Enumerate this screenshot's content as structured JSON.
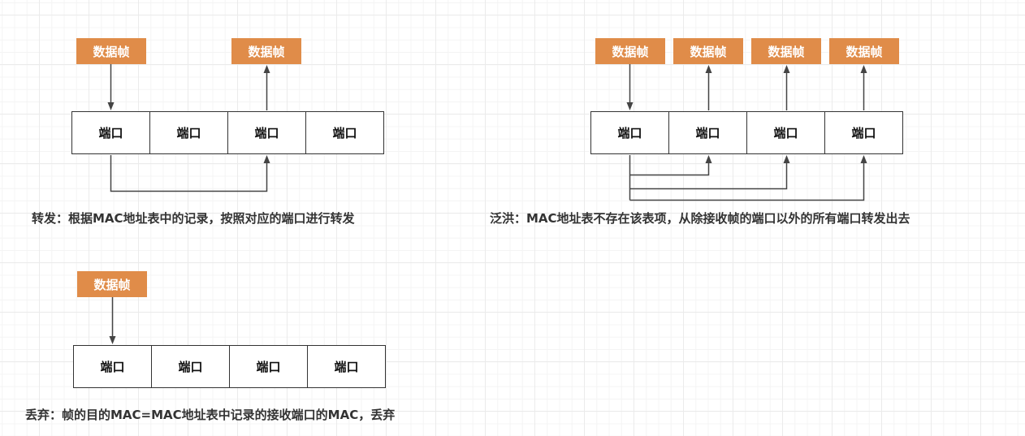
{
  "colors": {
    "frame_fill": "#e08c49",
    "frame_text": "#ffffff",
    "line": "#444444",
    "port_border": "#333333"
  },
  "forward": {
    "frames": [
      "数据帧",
      "数据帧"
    ],
    "ports": [
      "端口",
      "端口",
      "端口",
      "端口"
    ],
    "caption": "转发：根据MAC地址表中的记录，按照对应的端口进行转发"
  },
  "flood": {
    "frames": [
      "数据帧",
      "数据帧",
      "数据帧",
      "数据帧"
    ],
    "ports": [
      "端口",
      "端口",
      "端口",
      "端口"
    ],
    "caption": "泛洪：MAC地址表不存在该表项，从除接收帧的端口以外的所有端口转发出去"
  },
  "discard": {
    "frames": [
      "数据帧"
    ],
    "ports": [
      "端口",
      "端口",
      "端口",
      "端口"
    ],
    "caption": "丢弃：帧的目的MAC=MAC地址表中记录的接收端口的MAC，丢弃"
  }
}
